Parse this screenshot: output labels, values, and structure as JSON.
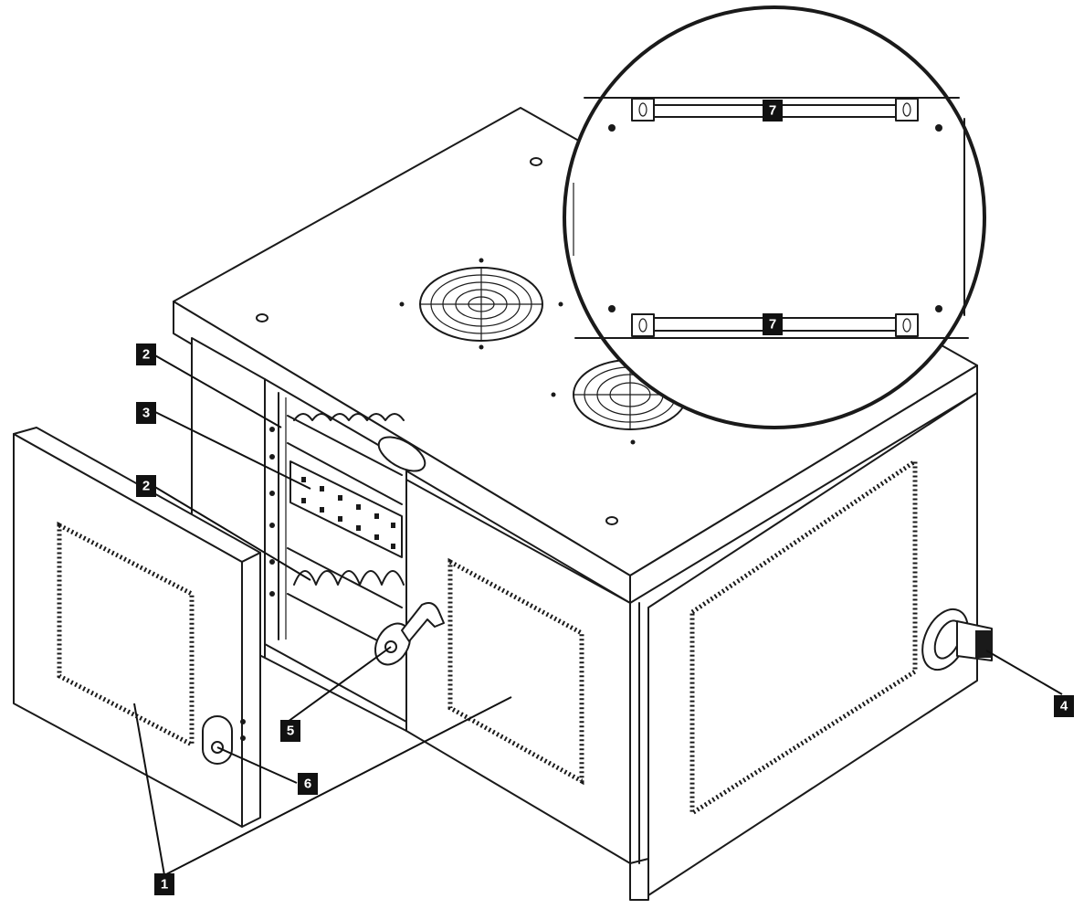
{
  "callouts": [
    {
      "id": "1",
      "label": "1"
    },
    {
      "id": "2a",
      "label": "2"
    },
    {
      "id": "3",
      "label": "3"
    },
    {
      "id": "2b",
      "label": "2"
    },
    {
      "id": "4",
      "label": "4"
    },
    {
      "id": "5",
      "label": "5"
    },
    {
      "id": "6",
      "label": "6"
    },
    {
      "id": "7a",
      "label": "7"
    },
    {
      "id": "7b",
      "label": "7"
    }
  ],
  "icons": {
    "fan": "fan-grille-icon",
    "cable_entry": "cable-entry-icon",
    "lock": "lock-icon",
    "keyhole": "keyhole-slot-icon"
  },
  "colors": {
    "line": "#1a1a1a",
    "badge": "#111111",
    "badge_text": "#ffffff",
    "background": "#ffffff"
  }
}
